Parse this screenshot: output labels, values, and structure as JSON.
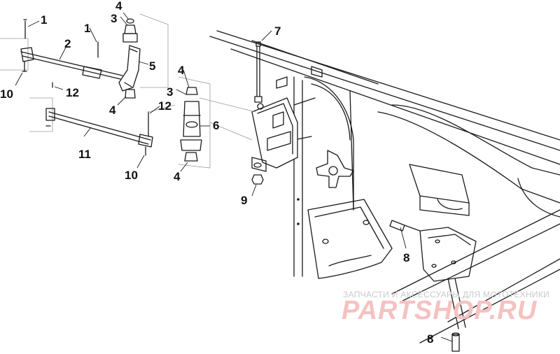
{
  "callouts": [
    {
      "id": "c1a",
      "label": "1"
    },
    {
      "id": "c1b",
      "label": "1"
    },
    {
      "id": "c2",
      "label": "2"
    },
    {
      "id": "c3a",
      "label": "3"
    },
    {
      "id": "c3b",
      "label": "3"
    },
    {
      "id": "c4a",
      "label": "4"
    },
    {
      "id": "c4b",
      "label": "4"
    },
    {
      "id": "c4c",
      "label": "4"
    },
    {
      "id": "c4d",
      "label": "4"
    },
    {
      "id": "c5",
      "label": "5"
    },
    {
      "id": "c6",
      "label": "6"
    },
    {
      "id": "c7",
      "label": "7"
    },
    {
      "id": "c8a",
      "label": "8"
    },
    {
      "id": "c8b",
      "label": "8"
    },
    {
      "id": "c9",
      "label": "9"
    },
    {
      "id": "c10a",
      "label": "10"
    },
    {
      "id": "c10b",
      "label": "10"
    },
    {
      "id": "c11",
      "label": "11"
    },
    {
      "id": "c12a",
      "label": "12"
    },
    {
      "id": "c12b",
      "label": "12"
    }
  ],
  "watermark": {
    "caption": "ЗАПЧАСТИ И АКСЕССУАРЫ ДЛЯ МОТОТЕХНИКИ",
    "brand": "PARTSHOP.RU",
    "brand_color": "#f4c2c2",
    "caption_color": "#c9c9c9"
  }
}
